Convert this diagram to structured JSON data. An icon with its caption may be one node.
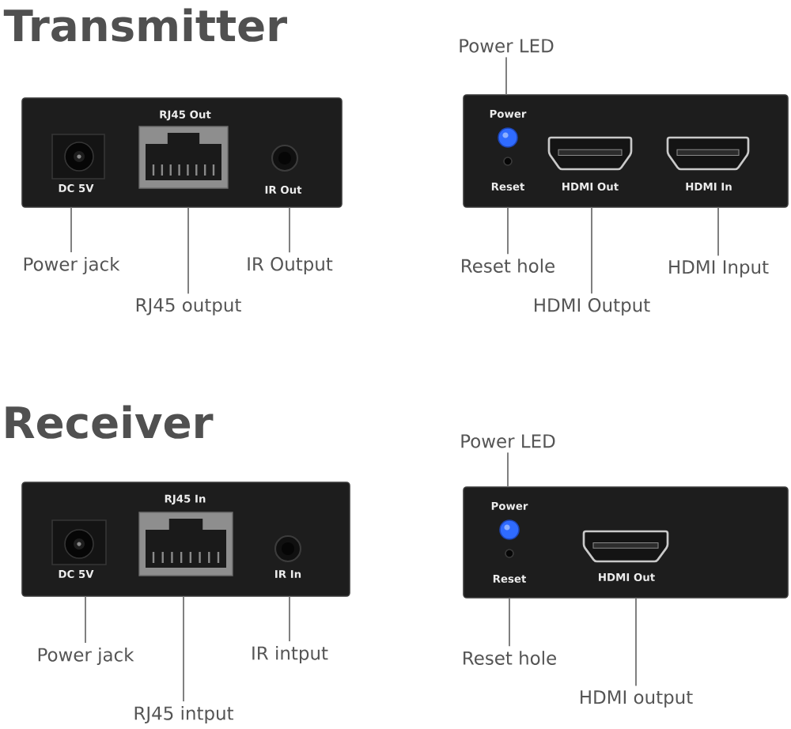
{
  "diagram": {
    "nodes": [
      {
        "text": [],
        "shape": "box"
      },
      {
        "text": [],
        "shape": "picture",
        "beside": [
          "DC 5V"
        ],
        "in": 0
      },
      {
        "text": [],
        "shape": "picture",
        "beside": [
          "RJ45 Out"
        ],
        "in": 0
      },
      {
        "text": [],
        "shape": "picture",
        "beside": [
          "IR Out"
        ],
        "in": 0
      },
      {
        "text": [
          "Power jack"
        ]
      },
      {
        "text": [
          "RJ45 output"
        ]
      },
      {
        "text": [
          "IR Output"
        ]
      },
      {
        "text": [],
        "shape": "box"
      },
      {
        "text": [],
        "shape": "circle",
        "beside": [
          "Power"
        ],
        "in": 7
      },
      {
        "text": [],
        "shape": "circle",
        "beside": [
          "Reset"
        ],
        "in": 7
      },
      {
        "text": [],
        "shape": "picture",
        "beside": [
          "HDMI Out"
        ],
        "in": 7
      },
      {
        "text": [],
        "shape": "picture",
        "beside": [
          "HDMI In"
        ],
        "in": 7
      },
      {
        "text": [
          "Power LED"
        ]
      },
      {
        "text": [
          "Reset hole"
        ]
      },
      {
        "text": [
          "HDMI Output"
        ]
      },
      {
        "text": [
          "HDMI Input"
        ]
      },
      {
        "text": [],
        "shape": "box"
      },
      {
        "text": [],
        "shape": "picture",
        "beside": [
          "DC 5V"
        ],
        "in": 16
      },
      {
        "text": [],
        "shape": "picture",
        "beside": [
          "RJ45 In"
        ],
        "in": 16
      },
      {
        "text": [],
        "shape": "picture",
        "beside": [
          "IR In"
        ],
        "in": 16
      },
      {
        "text": [
          "Power jack"
        ]
      },
      {
        "text": [
          "RJ45 intput"
        ]
      },
      {
        "text": [
          "IR intput"
        ]
      },
      {
        "text": [],
        "shape": "box"
      },
      {
        "text": [],
        "shape": "circle",
        "beside": [
          "Power"
        ],
        "in": 23
      },
      {
        "text": [],
        "shape": "circle",
        "beside": [
          "Reset"
        ],
        "in": 23
      },
      {
        "text": [],
        "shape": "picture",
        "beside": [
          "HDMI Out"
        ],
        "in": 23
      },
      {
        "text": [
          "Power LED"
        ]
      },
      {
        "text": [
          "Reset hole"
        ]
      },
      {
        "text": [
          "HDMI output"
        ]
      }
    ],
    "edges": [
      {
        "from": 4,
        "to": 1,
        "arrow": "none"
      },
      {
        "from": 5,
        "to": 2,
        "arrow": "none"
      },
      {
        "from": 6,
        "to": 3,
        "arrow": "none"
      },
      {
        "from": 12,
        "to": 8,
        "arrow": "none"
      },
      {
        "from": 13,
        "to": 9,
        "arrow": "none"
      },
      {
        "from": 14,
        "to": 10,
        "arrow": "none"
      },
      {
        "from": 15,
        "to": 11,
        "arrow": "none"
      },
      {
        "from": 20,
        "to": 17,
        "arrow": "none"
      },
      {
        "from": 21,
        "to": 18,
        "arrow": "none"
      },
      {
        "from": 22,
        "to": 19,
        "arrow": "none"
      },
      {
        "from": 27,
        "to": 24,
        "arrow": "none"
      },
      {
        "from": 28,
        "to": 25,
        "arrow": "none"
      },
      {
        "from": 29,
        "to": 26,
        "arrow": "none"
      }
    ],
    "labels": [
      "Transmitter",
      "Receiver"
    ]
  }
}
